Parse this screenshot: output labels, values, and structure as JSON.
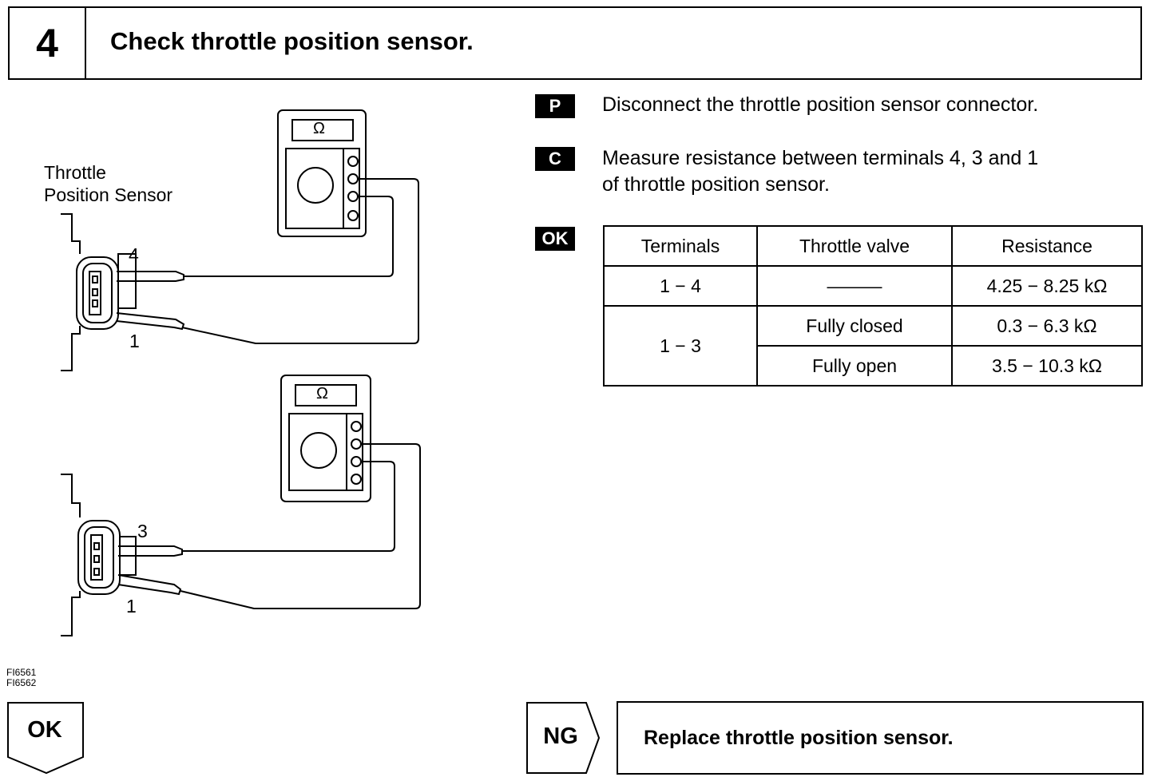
{
  "header": {
    "step_number": "4",
    "title": "Check throttle position sensor."
  },
  "diagram": {
    "sensor_label_line1": "Throttle",
    "sensor_label_line2": "Position Sensor",
    "meter_symbol_top": "Ω",
    "meter_symbol_bottom": "Ω",
    "top_terminal_a": "4",
    "top_terminal_b": "1",
    "bottom_terminal_a": "3",
    "bottom_terminal_b": "1",
    "figure_id_1": "FI6561",
    "figure_id_2": "FI6562"
  },
  "instructions": {
    "p_badge": "P",
    "p_text": "Disconnect the throttle position sensor connector.",
    "c_badge": "C",
    "c_text_line1": "Measure resistance between terminals 4, 3 and 1",
    "c_text_line2": "of throttle position sensor.",
    "ok_badge": "OK"
  },
  "table": {
    "headers": [
      "Terminals",
      "Throttle valve",
      "Resistance"
    ],
    "row1": {
      "terminals": "1 − 4",
      "valve": "———",
      "resistance": "4.25 − 8.25 kΩ"
    },
    "row2": {
      "terminals": "1 − 3",
      "valve": "Fully closed",
      "resistance": "0.3 − 6.3 kΩ"
    },
    "row3": {
      "valve": "Fully open",
      "resistance": "3.5 − 10.3 kΩ"
    }
  },
  "footer": {
    "ok_label": "OK",
    "ng_label": "NG",
    "ng_action": "Replace throttle position sensor."
  }
}
